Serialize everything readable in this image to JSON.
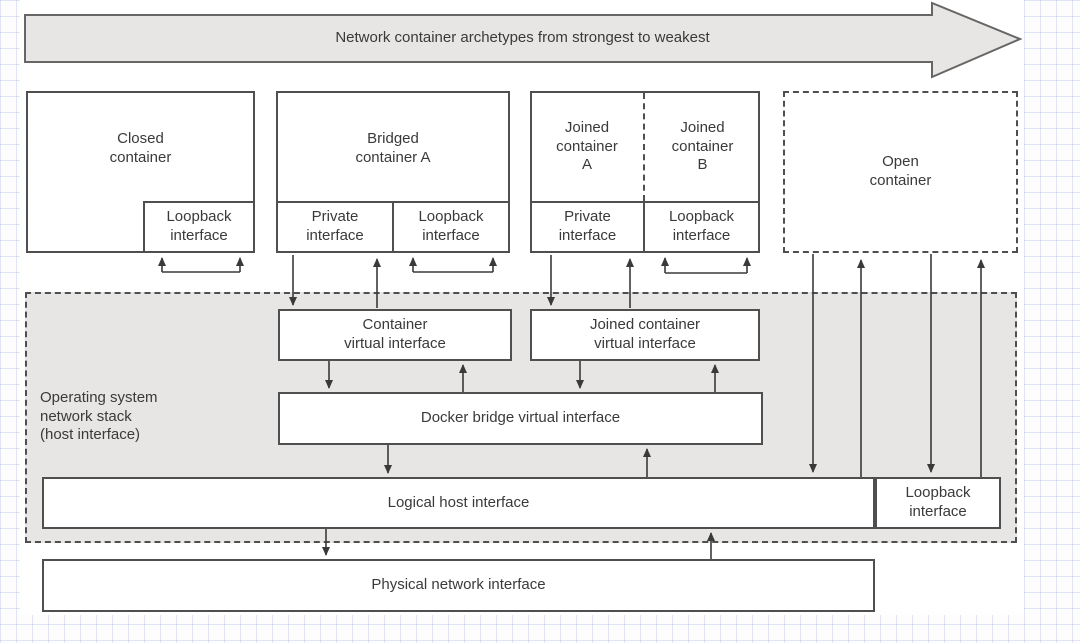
{
  "title_banner": {
    "label": "Network container archetypes from strongest to weakest"
  },
  "containers": {
    "closed": {
      "title": "Closed\ncontainer",
      "loopback": "Loopback\ninterface"
    },
    "bridged": {
      "title": "Bridged\ncontainer A",
      "private": "Private\ninterface",
      "loopback": "Loopback\ninterface"
    },
    "joined": {
      "title_a": "Joined\ncontainer\nA",
      "title_b": "Joined\ncontainer\nB",
      "private": "Private\ninterface",
      "loopback": "Loopback\ninterface"
    },
    "open": {
      "title": "Open\ncontainer"
    }
  },
  "os_stack": {
    "label": "Operating system\nnetwork stack\n(host interface)",
    "container_virtual_interface": "Container\nvirtual interface",
    "joined_container_virtual_interface": "Joined container\nvirtual interface",
    "docker_bridge_virtual_interface": "Docker bridge virtual interface",
    "logical_host_interface": "Logical host interface",
    "loopback_interface": "Loopback\ninterface"
  },
  "physical": {
    "label": "Physical network interface"
  },
  "colors": {
    "region_fill": "#e7e6e4",
    "box_border": "#4f4f4f",
    "arrow_line": "#3a3a3a",
    "text": "#3a3a3a",
    "grid_line": "#96a2da",
    "page_bg": "#ffffff"
  }
}
